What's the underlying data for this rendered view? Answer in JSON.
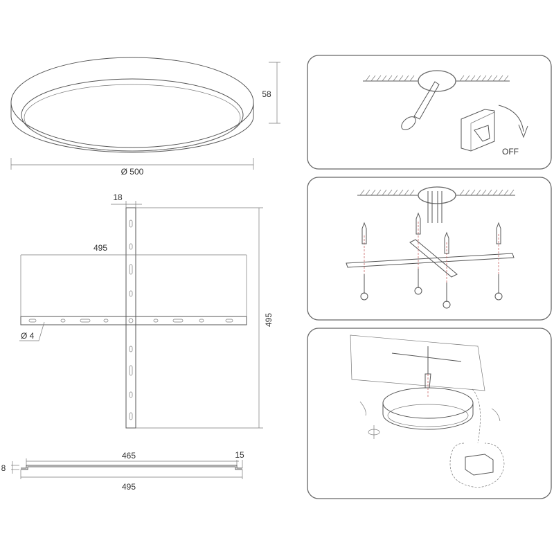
{
  "dimensions": {
    "lamp_diameter": "Ø 500",
    "lamp_height": "58",
    "bracket_width": "18",
    "bracket_arm_length": "495",
    "bracket_total_height": "495",
    "hole_diameter": "Ø 4",
    "profile_inner_length": "465",
    "profile_end": "15",
    "profile_depth": "8",
    "profile_total_length": "495"
  },
  "steps": [
    {
      "label": "OFF"
    }
  ],
  "colors": {
    "line": "#555555",
    "guide": "#cc6666"
  }
}
